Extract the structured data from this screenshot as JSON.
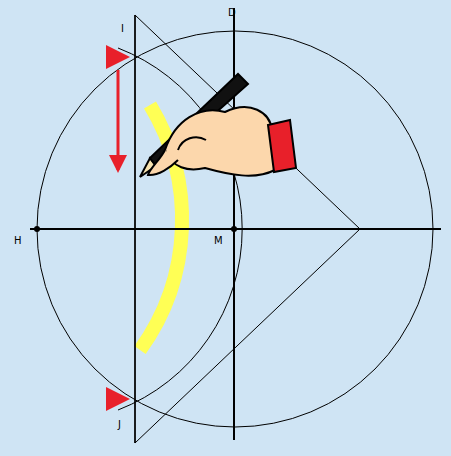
{
  "diagram": {
    "labels": [
      "I",
      "D",
      "H",
      "M",
      "J"
    ]
  }
}
